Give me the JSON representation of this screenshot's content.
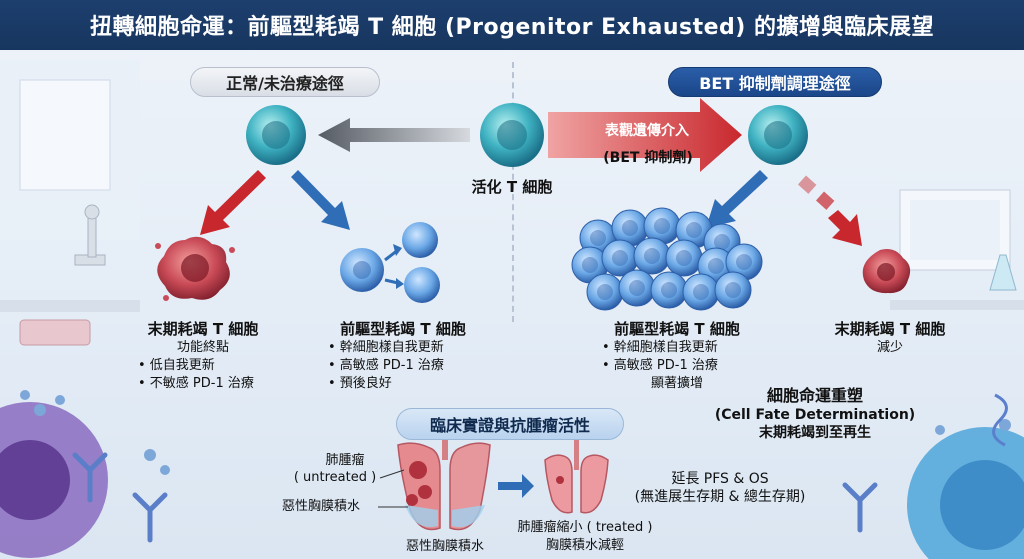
{
  "title": "扭轉細胞命運：前驅型耗竭 T 細胞 (Progenitor Exhausted) 的擴增與臨床展望",
  "left_path": {
    "label": "正常/未治療途徑",
    "terminal": {
      "title": "末期耗竭 T 細胞",
      "lines": [
        "功能終點",
        "• 低自我更新",
        "• 不敏感 PD-1 治療"
      ]
    },
    "progenitor": {
      "title": "前驅型耗竭 T 細胞",
      "lines": [
        "• 幹細胞樣自我更新",
        "• 高敏感 PD-1 治療",
        "• 預後良好"
      ]
    }
  },
  "center": {
    "activated_label": "活化 T 細胞",
    "intervention_line1": "表觀遺傳介入",
    "intervention_line2": "(BET 抑制劑)"
  },
  "right_path": {
    "label": "BET 抑制劑調理途徑",
    "progenitor": {
      "title": "前驅型耗竭 T 細胞",
      "lines": [
        "• 幹細胞樣自我更新",
        "• 高敏感 PD-1 治療",
        "顯著擴增"
      ]
    },
    "terminal": {
      "title": "末期耗竭 T 細胞",
      "lines": [
        "減少"
      ]
    },
    "fate": {
      "title": "細胞命運重塑",
      "subtitle": "(Cell Fate Determination)",
      "note": "末期耗竭到至再生"
    }
  },
  "clinical": {
    "label": "臨床實證與抗腫瘤活性",
    "tumor_label": "肺腫瘤",
    "untreated_label": "( untreated )",
    "effusion_label": "惡性胸膜積水",
    "effusion_bottom": "惡性胸膜積水",
    "treated_label": "肺腫瘤縮小 ( treated )",
    "treated_note": "胸膜積水減輕",
    "outcome_line1": "延長 PFS & OS",
    "outcome_line2": "(無進展生存期 & 總生存期)"
  },
  "colors": {
    "title_bg": "#1d3f6e",
    "red_arrow": "#c8282d",
    "blue_arrow": "#2f6db6",
    "tcell": "#2a9fb0",
    "terminal_cell": "#c0323b"
  }
}
